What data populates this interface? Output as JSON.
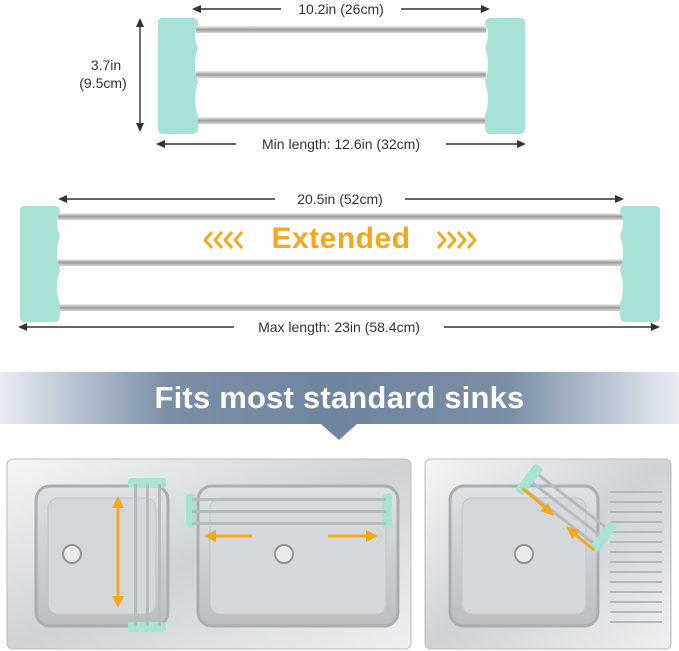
{
  "top_rack": {
    "width_label": "10.2in (26cm)",
    "height_label_line1": "3.7in",
    "height_label_line2": "(9.5cm)",
    "min_label": "Min length: 12.6in (32cm)"
  },
  "extended_rack": {
    "width_label": "20.5in (52cm)",
    "center_label": "Extended",
    "max_label": "Max length: 23in (58.4cm)"
  },
  "banner": {
    "text": "Fits most standard sinks"
  },
  "colors": {
    "silicone": "#a8e1d6",
    "arrow": "#f2a91c",
    "banner": "#6f849d"
  }
}
